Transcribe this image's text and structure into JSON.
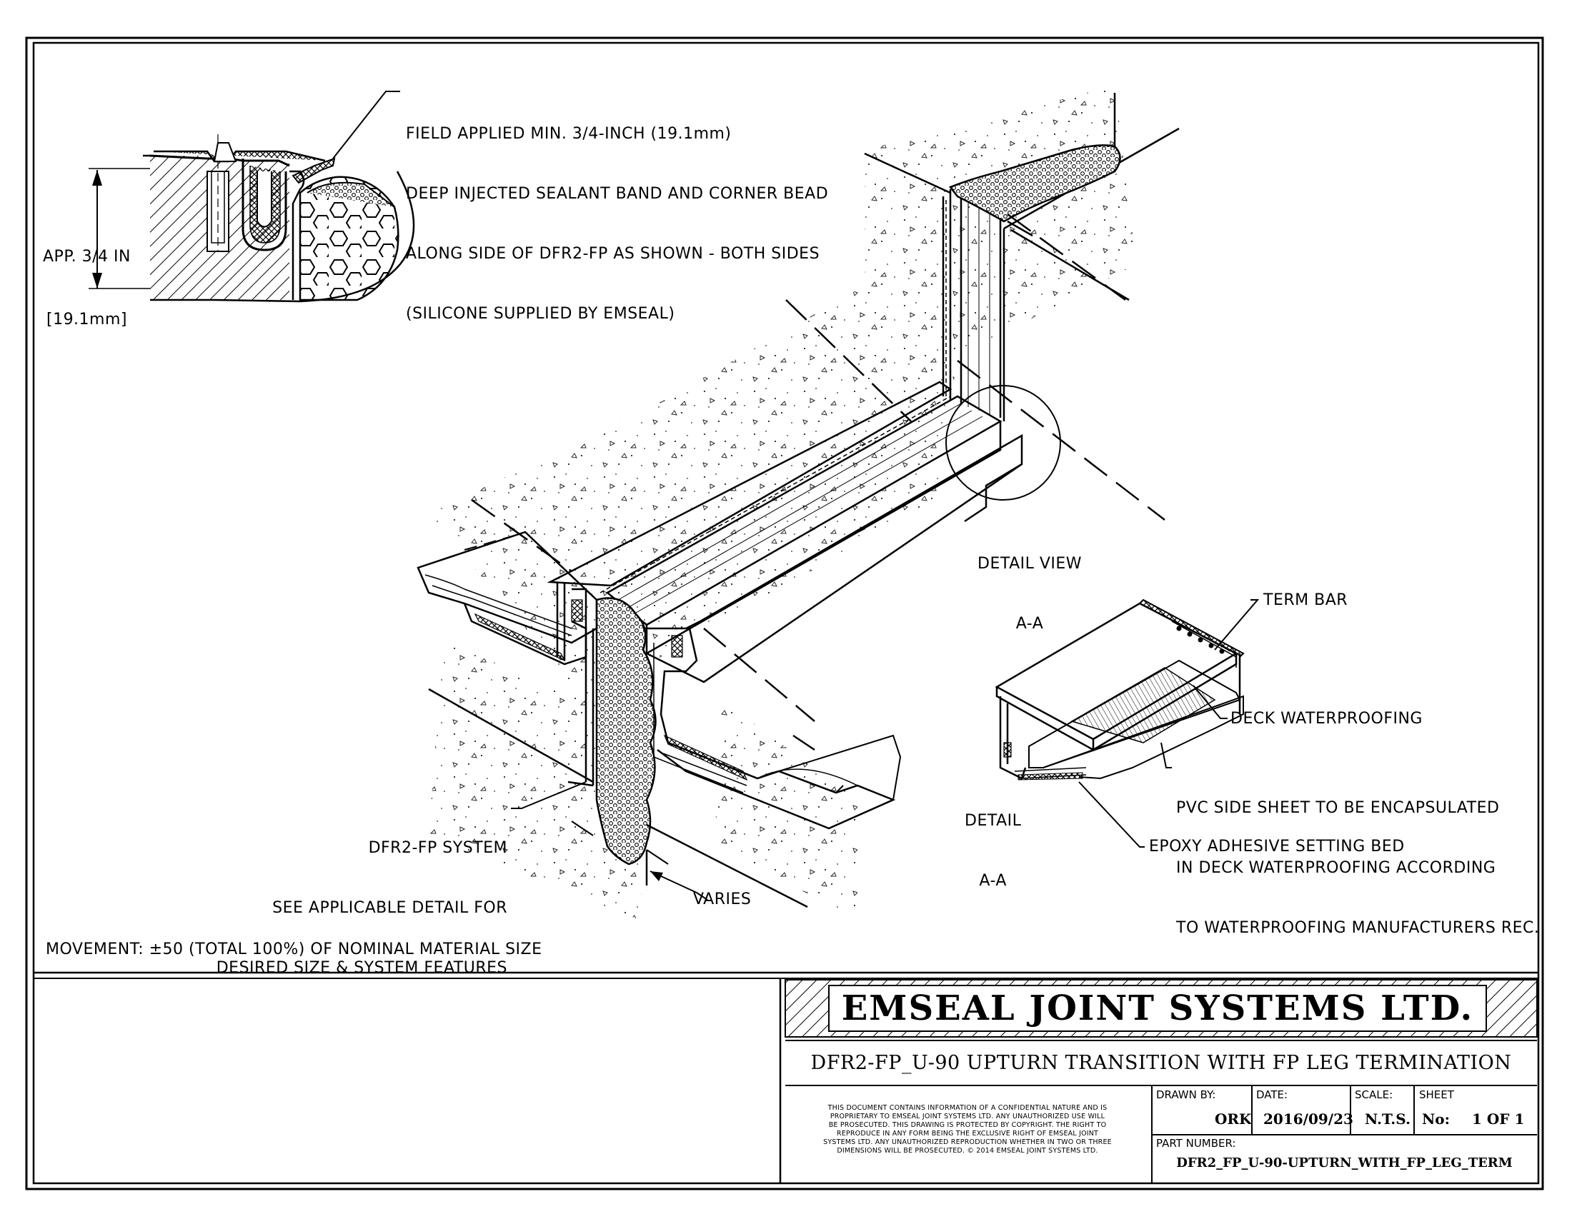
{
  "callouts": {
    "sealant": [
      "FIELD APPLIED MIN. 3/4-INCH (19.1mm)",
      "DEEP INJECTED SEALANT BAND AND CORNER BEAD",
      "ALONG SIDE OF DFR2-FP AS SHOWN - BOTH SIDES",
      "(SILICONE SUPPLIED BY EMSEAL)"
    ],
    "app_dim": [
      "APP. 3/4 IN",
      "[19.1mm]"
    ],
    "detail_view": [
      "DETAIL VIEW",
      "A-A"
    ],
    "term_bar": "TERM BAR",
    "deck_waterproofing": "DECK WATERPROOFING",
    "pvc_sheet": [
      "PVC SIDE SHEET TO BE ENCAPSULATED",
      "IN DECK WATERPROOFING ACCORDING",
      "TO WATERPROOFING MANUFACTURERS REC."
    ],
    "detail_aa": [
      "DETAIL",
      "A-A"
    ],
    "epoxy": "EPOXY ADHESIVE SETTING BED",
    "dfr2_system": [
      "DFR2-FP SYSTEM",
      "SEE APPLICABLE DETAIL FOR",
      "DESIRED SIZE & SYSTEM FEATURES"
    ],
    "varies": "VARIES",
    "movement": "MOVEMENT: ±50 (TOTAL 100%) OF NOMINAL MATERIAL SIZE"
  },
  "title_block": {
    "company": "EMSEAL JOINT SYSTEMS LTD.",
    "title": "DFR2-FP_U-90 UPTURN TRANSITION WITH FP LEG TERMINATION",
    "disclaimer": [
      "THIS DOCUMENT CONTAINS INFORMATION OF A CONFIDENTIAL NATURE AND IS",
      "PROPRIETARY TO EMSEAL JOINT SYSTEMS LTD. ANY UNAUTHORIZED USE WILL",
      "BE PROSECUTED. THIS DRAWING IS PROTECTED BY COPYRIGHT. THE RIGHT TO",
      "REPRODUCE IN ANY FORM BEING THE EXCLUSIVE RIGHT OF EMSEAL JOINT",
      "SYSTEMS LTD. ANY UNAUTHORIZED REPRODUCTION WHETHER IN TWO OR THREE",
      "DIMENSIONS WILL BE PROSECUTED. © 2014 EMSEAL JOINT SYSTEMS LTD."
    ],
    "drawn_by_label": "DRAWN BY:",
    "drawn_by": "ORK",
    "date_label": "DATE:",
    "date": "2016/09/23",
    "scale_label": "SCALE:",
    "scale": "N.T.S.",
    "sheet_label": "SHEET",
    "sheet_no_label": "No:",
    "sheet": "1 OF 1",
    "part_number_label": "PART NUMBER:",
    "part_number": "DFR2_FP_U-90-UPTURN_WITH_FP_LEG_TERM"
  }
}
